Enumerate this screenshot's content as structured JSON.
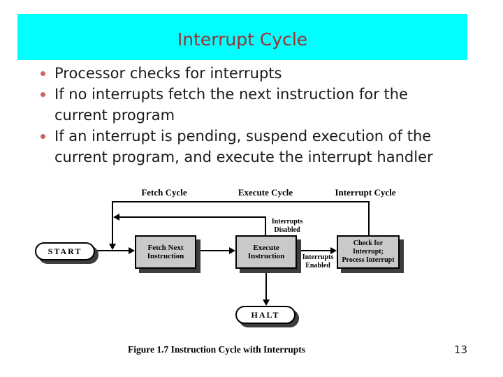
{
  "slide": {
    "title": "Interrupt Cycle",
    "bullets": [
      "Processor checks for interrupts",
      "If no interrupts fetch the next instruction for the current program",
      "If an interrupt is pending, suspend execution of the current program, and execute the interrupt handler"
    ],
    "page_number": "13"
  },
  "diagram": {
    "phase_labels": [
      "Fetch Cycle",
      "Execute Cycle",
      "Interrupt Cycle"
    ],
    "start_label": "START",
    "halt_label": "HALT",
    "boxes": {
      "fetch": {
        "lines": [
          "Fetch Next",
          "Instruction"
        ]
      },
      "execute": {
        "lines": [
          "Execute",
          "Instruction"
        ]
      },
      "check": {
        "lines": [
          "Check for",
          "Interrupt;",
          "Process Interrupt"
        ]
      }
    },
    "edge_labels": {
      "disabled": {
        "lines": [
          "Interrupts",
          "Disabled"
        ]
      },
      "enabled": {
        "lines": [
          "Interrupts",
          "Enabled"
        ]
      }
    },
    "caption": "Figure 1.7  Instruction Cycle with Interrupts"
  },
  "colors": {
    "header_bg": "#00ffff",
    "title_text": "#993333",
    "bullet_dot": "#cc6666",
    "box_fill": "#c9c9c9",
    "shadow": "#3d3d3d",
    "line": "#000000"
  }
}
